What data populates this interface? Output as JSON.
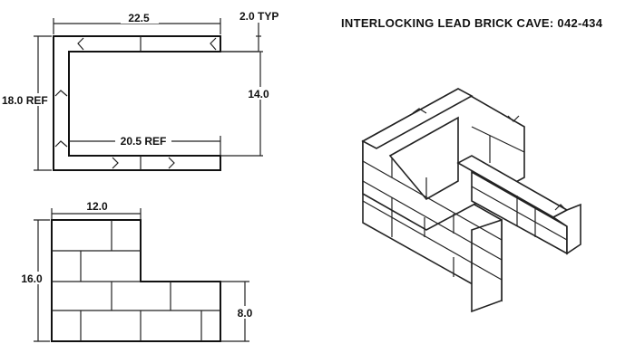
{
  "title": "INTERLOCKING LEAD BRICK CAVE: 042-434",
  "top_view": {
    "overall_width": "22.5",
    "wall_thickness": "2.0 TYP",
    "overall_depth": "18.0 REF",
    "inner_depth": "14.0",
    "inner_width": "20.5 REF"
  },
  "side_view": {
    "top_width": "12.0",
    "overall_height": "16.0",
    "lower_height": "8.0"
  }
}
